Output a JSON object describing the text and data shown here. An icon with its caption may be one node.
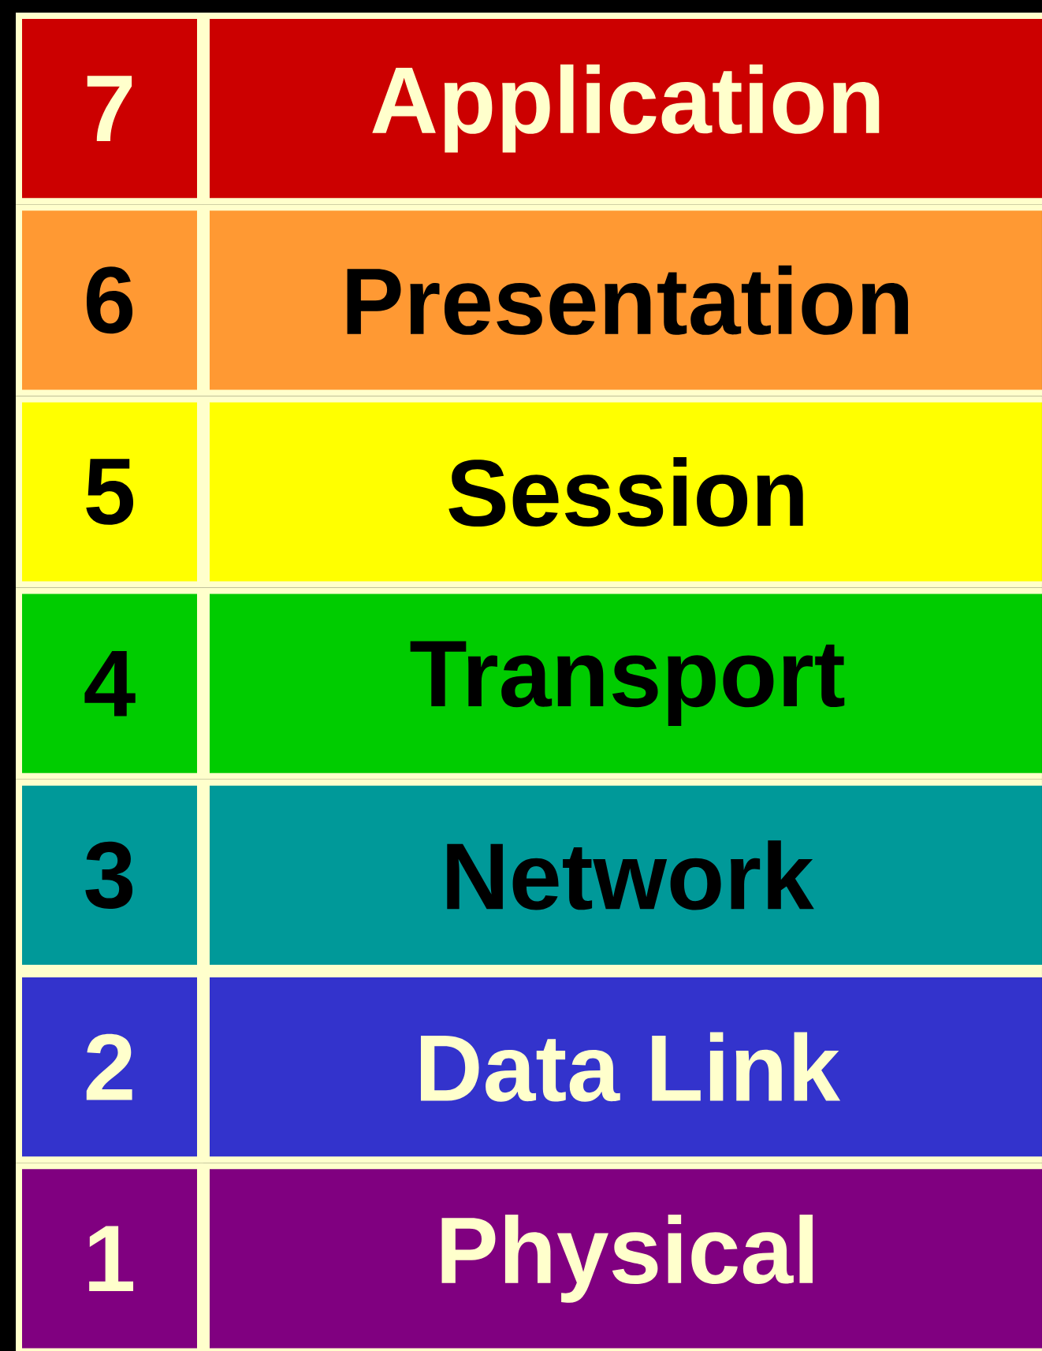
{
  "diagram": {
    "nodes": [
      {
        "text": [
          "7"
        ]
      },
      {
        "text": [
          "Application"
        ]
      },
      {
        "text": [
          "6"
        ]
      },
      {
        "text": [
          "Presentation"
        ]
      },
      {
        "text": [
          "5"
        ]
      },
      {
        "text": [
          "Session"
        ]
      },
      {
        "text": [
          "4"
        ]
      },
      {
        "text": [
          "Transport"
        ]
      },
      {
        "text": [
          "3"
        ]
      },
      {
        "text": [
          "Network"
        ]
      },
      {
        "text": [
          "2"
        ]
      },
      {
        "text": [
          "Data Link"
        ]
      },
      {
        "text": [
          "1"
        ]
      },
      {
        "text": [
          "Physical"
        ]
      }
    ]
  }
}
